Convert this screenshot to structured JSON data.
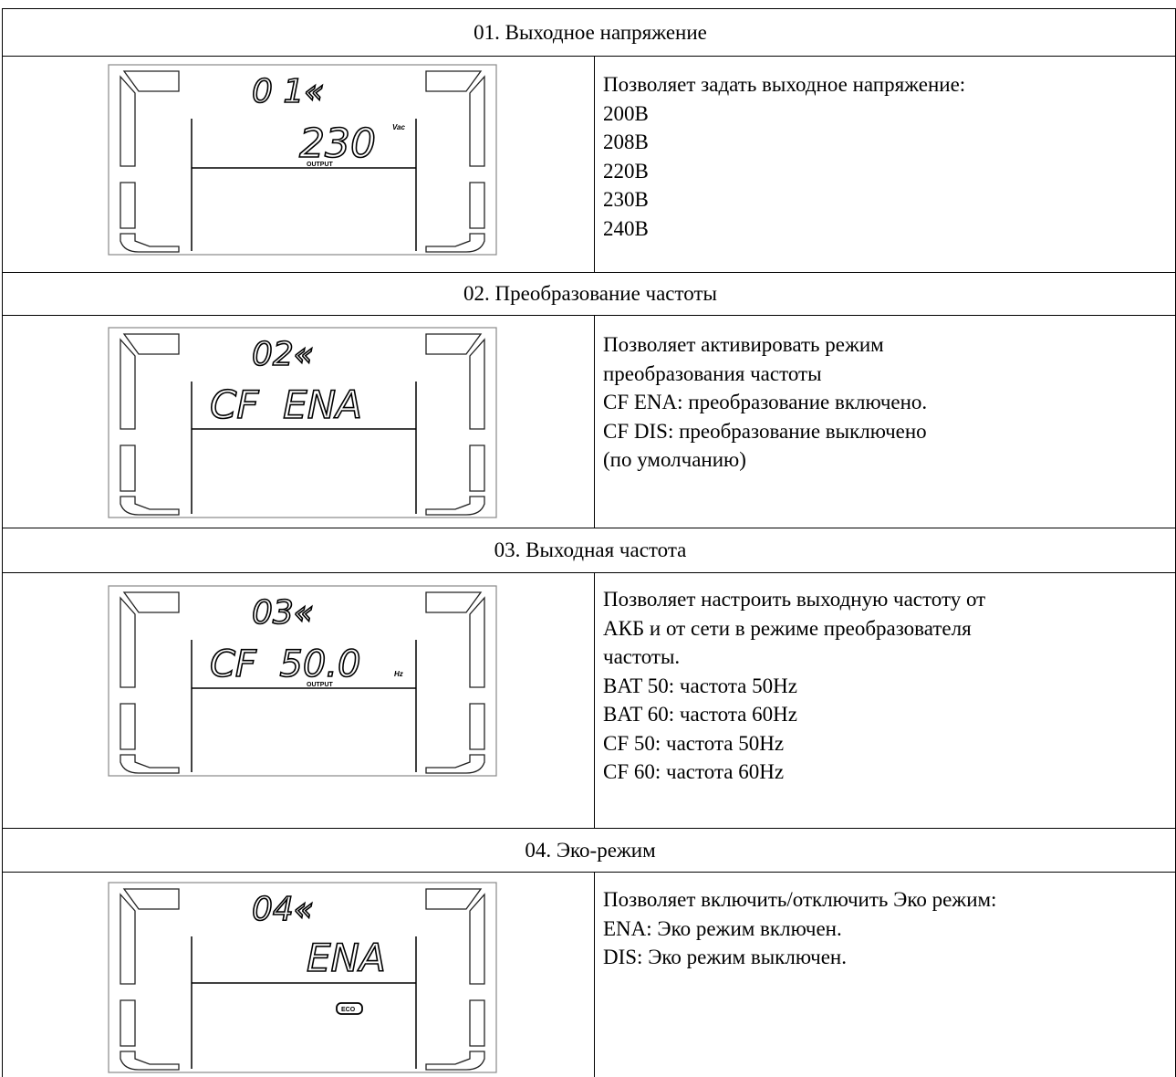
{
  "sections": [
    {
      "header": "01. Выходное напряжение",
      "lcd": {
        "code": "0 1«",
        "main": "230",
        "unit": "Vac",
        "caption": "OUTPUT",
        "badge": ""
      },
      "description": [
        "Позволяет задать выходное напряжение:",
        "200В",
        "208В",
        "220В",
        "230В",
        "240В"
      ]
    },
    {
      "header": "02. Преобразование частоты",
      "lcd": {
        "code": "02«",
        "main": "CF  ENA",
        "unit": "",
        "caption": "",
        "badge": ""
      },
      "description": [
        "Позволяет активировать режим",
        "преобразования частоты",
        "CF ENA: преобразование включено.",
        "CF DIS: преобразование выключено",
        "(по умолчанию)"
      ]
    },
    {
      "header": "03. Выходная частота",
      "lcd": {
        "code": "03«",
        "main": "CF  50.0",
        "unit": "Hz",
        "caption": "OUTPUT",
        "badge": ""
      },
      "description": [
        "Позволяет настроить выходную частоту от",
        "АКБ и от сети в режиме преобразователя",
        "частоты.",
        "BAT 50:  частота 50Hz",
        "BAT 60: частота 60Hz",
        "CF 50: частота 50Hz",
        "CF 60: частота 60Hz"
      ]
    },
    {
      "header": "04. Эко-режим",
      "lcd": {
        "code": "04«",
        "main": "ENA",
        "unit": "",
        "caption": "",
        "badge": "ECO"
      },
      "description": [
        "Позволяет включить/отключить Эко режим:",
        "ENA: Эко режим включен.",
        "DIS: Эко режим выключен."
      ]
    }
  ]
}
